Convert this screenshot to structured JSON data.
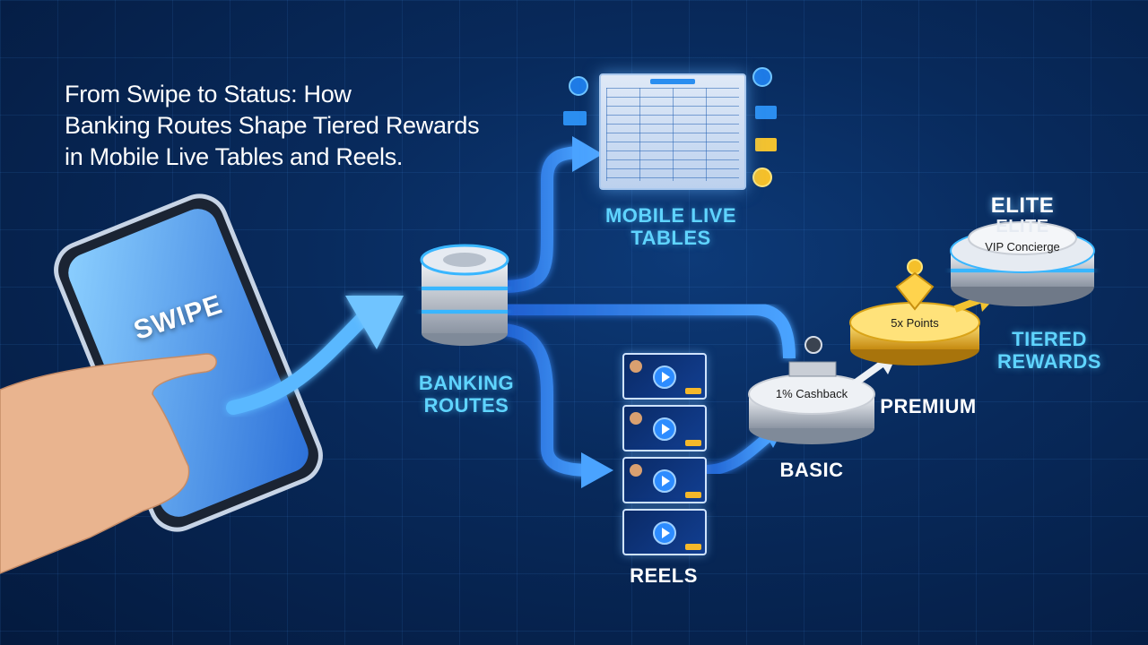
{
  "title": {
    "line1": "From Swipe to Status: How",
    "line2": "Banking Routes Shape Tiered Rewards",
    "line3": "in Mobile Live Tables and Reels."
  },
  "phone": {
    "screen_text": "SWIPE"
  },
  "nodes": {
    "banking_routes": {
      "line1": "BANKING",
      "line2": "ROUTES"
    },
    "mobile_live_tables": {
      "line1": "MOBILE LIVE",
      "line2": "TABLES"
    },
    "reels": {
      "label": "REELS"
    },
    "tiered_rewards": {
      "line1": "TIERED",
      "line2": "REWARDS"
    }
  },
  "tiers": {
    "basic": {
      "name": "BASIC",
      "benefit": "1% Cashback"
    },
    "premium": {
      "name": "PREMIUM",
      "benefit": "5x Points"
    },
    "elite": {
      "name": "ELITE",
      "name_echo": "ELITE",
      "benefit": "VIP Concierge"
    }
  },
  "icons": {
    "dollar": "dollar-icon",
    "card": "credit-card-icon",
    "play": "play-icon",
    "diamond": "diamond-icon"
  },
  "colors": {
    "background": "#062553",
    "accent_cyan": "#5fd4ff",
    "flow_blue": "#3d8dff",
    "gold": "#f2c230",
    "silver": "#c9ced6"
  }
}
